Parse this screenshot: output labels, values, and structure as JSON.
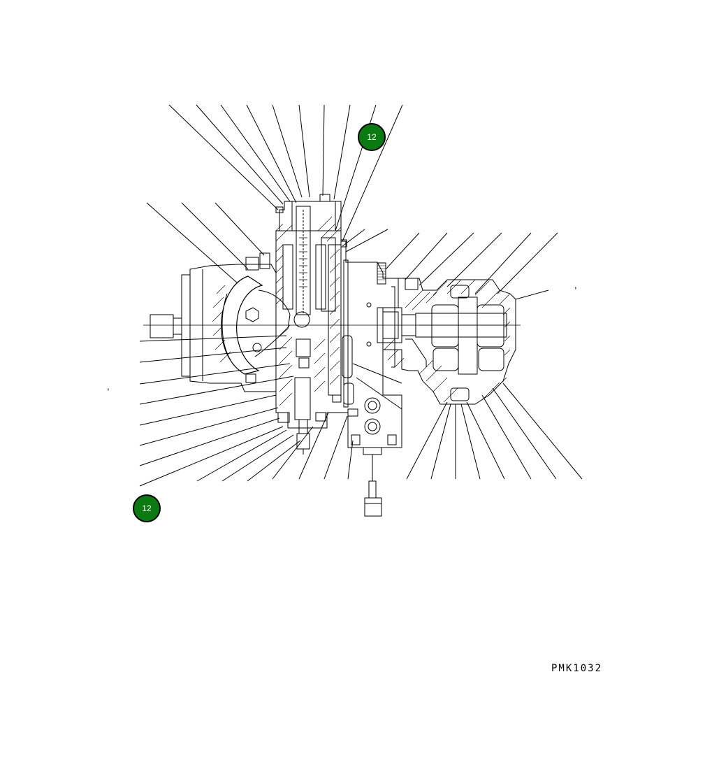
{
  "callouts": [
    {
      "label": "12"
    },
    {
      "label": "12"
    }
  ],
  "drawing_ref": "PMK1032",
  "marks": [
    ",",
    ","
  ],
  "colors": {
    "callout_fill": "#0b7a12",
    "ink": "#000000",
    "background": "#ffffff"
  }
}
